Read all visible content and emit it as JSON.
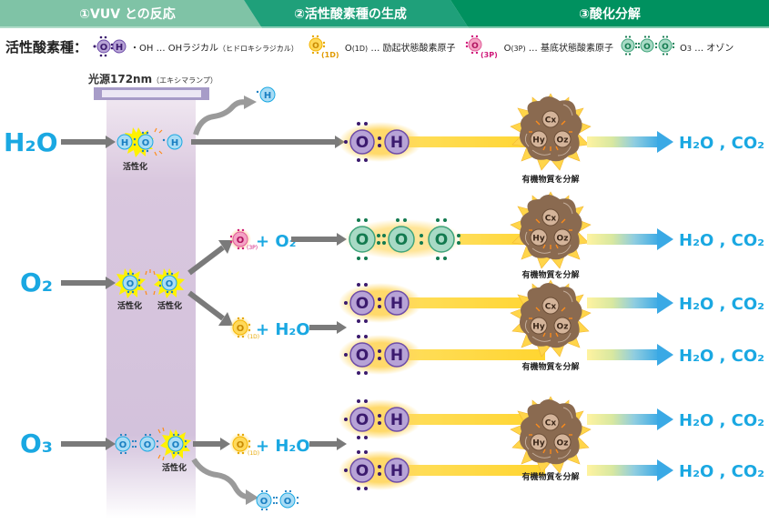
{
  "header": {
    "tabs": [
      {
        "label": "①VUV との反応",
        "color": "#7fc3a6"
      },
      {
        "label": "②活性酸素種の生成",
        "color": "#1fa07a"
      },
      {
        "label": "③酸化分解",
        "color": "#00915f"
      }
    ]
  },
  "legend": {
    "lead": "活性酸素種：",
    "items": [
      {
        "symbol_atoms": [
          "O",
          "H"
        ],
        "name": "・OH … OHラジカル",
        "note": "（ヒドロキシラジカル）",
        "color": "#b39ddb"
      },
      {
        "symbol_atoms": [
          "O"
        ],
        "symbol_sub": "(1D)",
        "name": "O",
        "name_sub": "(1D)",
        "desc": "… 励起状態酸素原子",
        "color": "#ffd54f"
      },
      {
        "symbol_atoms": [
          "O"
        ],
        "symbol_sub": "(3P)",
        "name": "O",
        "name_sub": "(3P)",
        "desc": "… 基底状態酸素原子",
        "color": "#f48fb1"
      },
      {
        "symbol_atoms": [
          "O",
          "O",
          "O"
        ],
        "name": "O",
        "name_sub": "3",
        "desc": "… オゾン",
        "color": "#a5d6c1"
      }
    ]
  },
  "lamp": {
    "label": "光源172nm",
    "note": "（エキシマランプ）"
  },
  "rows": {
    "h2o": {
      "input": "H₂O",
      "activated": "活性化"
    },
    "o2": {
      "input": "O₂",
      "activated_1": "活性化",
      "activated_2": "活性化",
      "o3p_plus": "+ O₂",
      "o1d_plus": "+ H₂O"
    },
    "o3": {
      "input": "O₃",
      "activated": "活性化",
      "o1d_plus": "+ H₂O"
    }
  },
  "atoms": {
    "O": "O",
    "H": "H",
    "O3P_sub": "(3P)",
    "O1D_sub": "(1D)"
  },
  "decomposition": {
    "label": "有機物質を分解",
    "particles": [
      "Cx",
      "Hy",
      "Oz"
    ]
  },
  "products": [
    "H₂O , CO₂",
    "H₂O , CO₂",
    "H₂O , CO₂",
    "H₂O , CO₂",
    "H₂O , CO₂",
    "H₂O , CO₂"
  ],
  "colors": {
    "formula_blue": "#1aa8e2",
    "arrow_gray": "#7a7a7a",
    "oh_purple": "#b7a3d6",
    "oh_dark": "#3b1a6e",
    "ozone_green": "#a8dac5",
    "ozone_dark": "#137a4f",
    "o3p_pink": "#f5a3c4",
    "o3p_dark": "#d0187a",
    "o1d_yellow": "#ffd95a",
    "water_blue": "#a9dcf5",
    "organic_brown": "#8a6a50",
    "beam_yellow": "#ffd530"
  }
}
